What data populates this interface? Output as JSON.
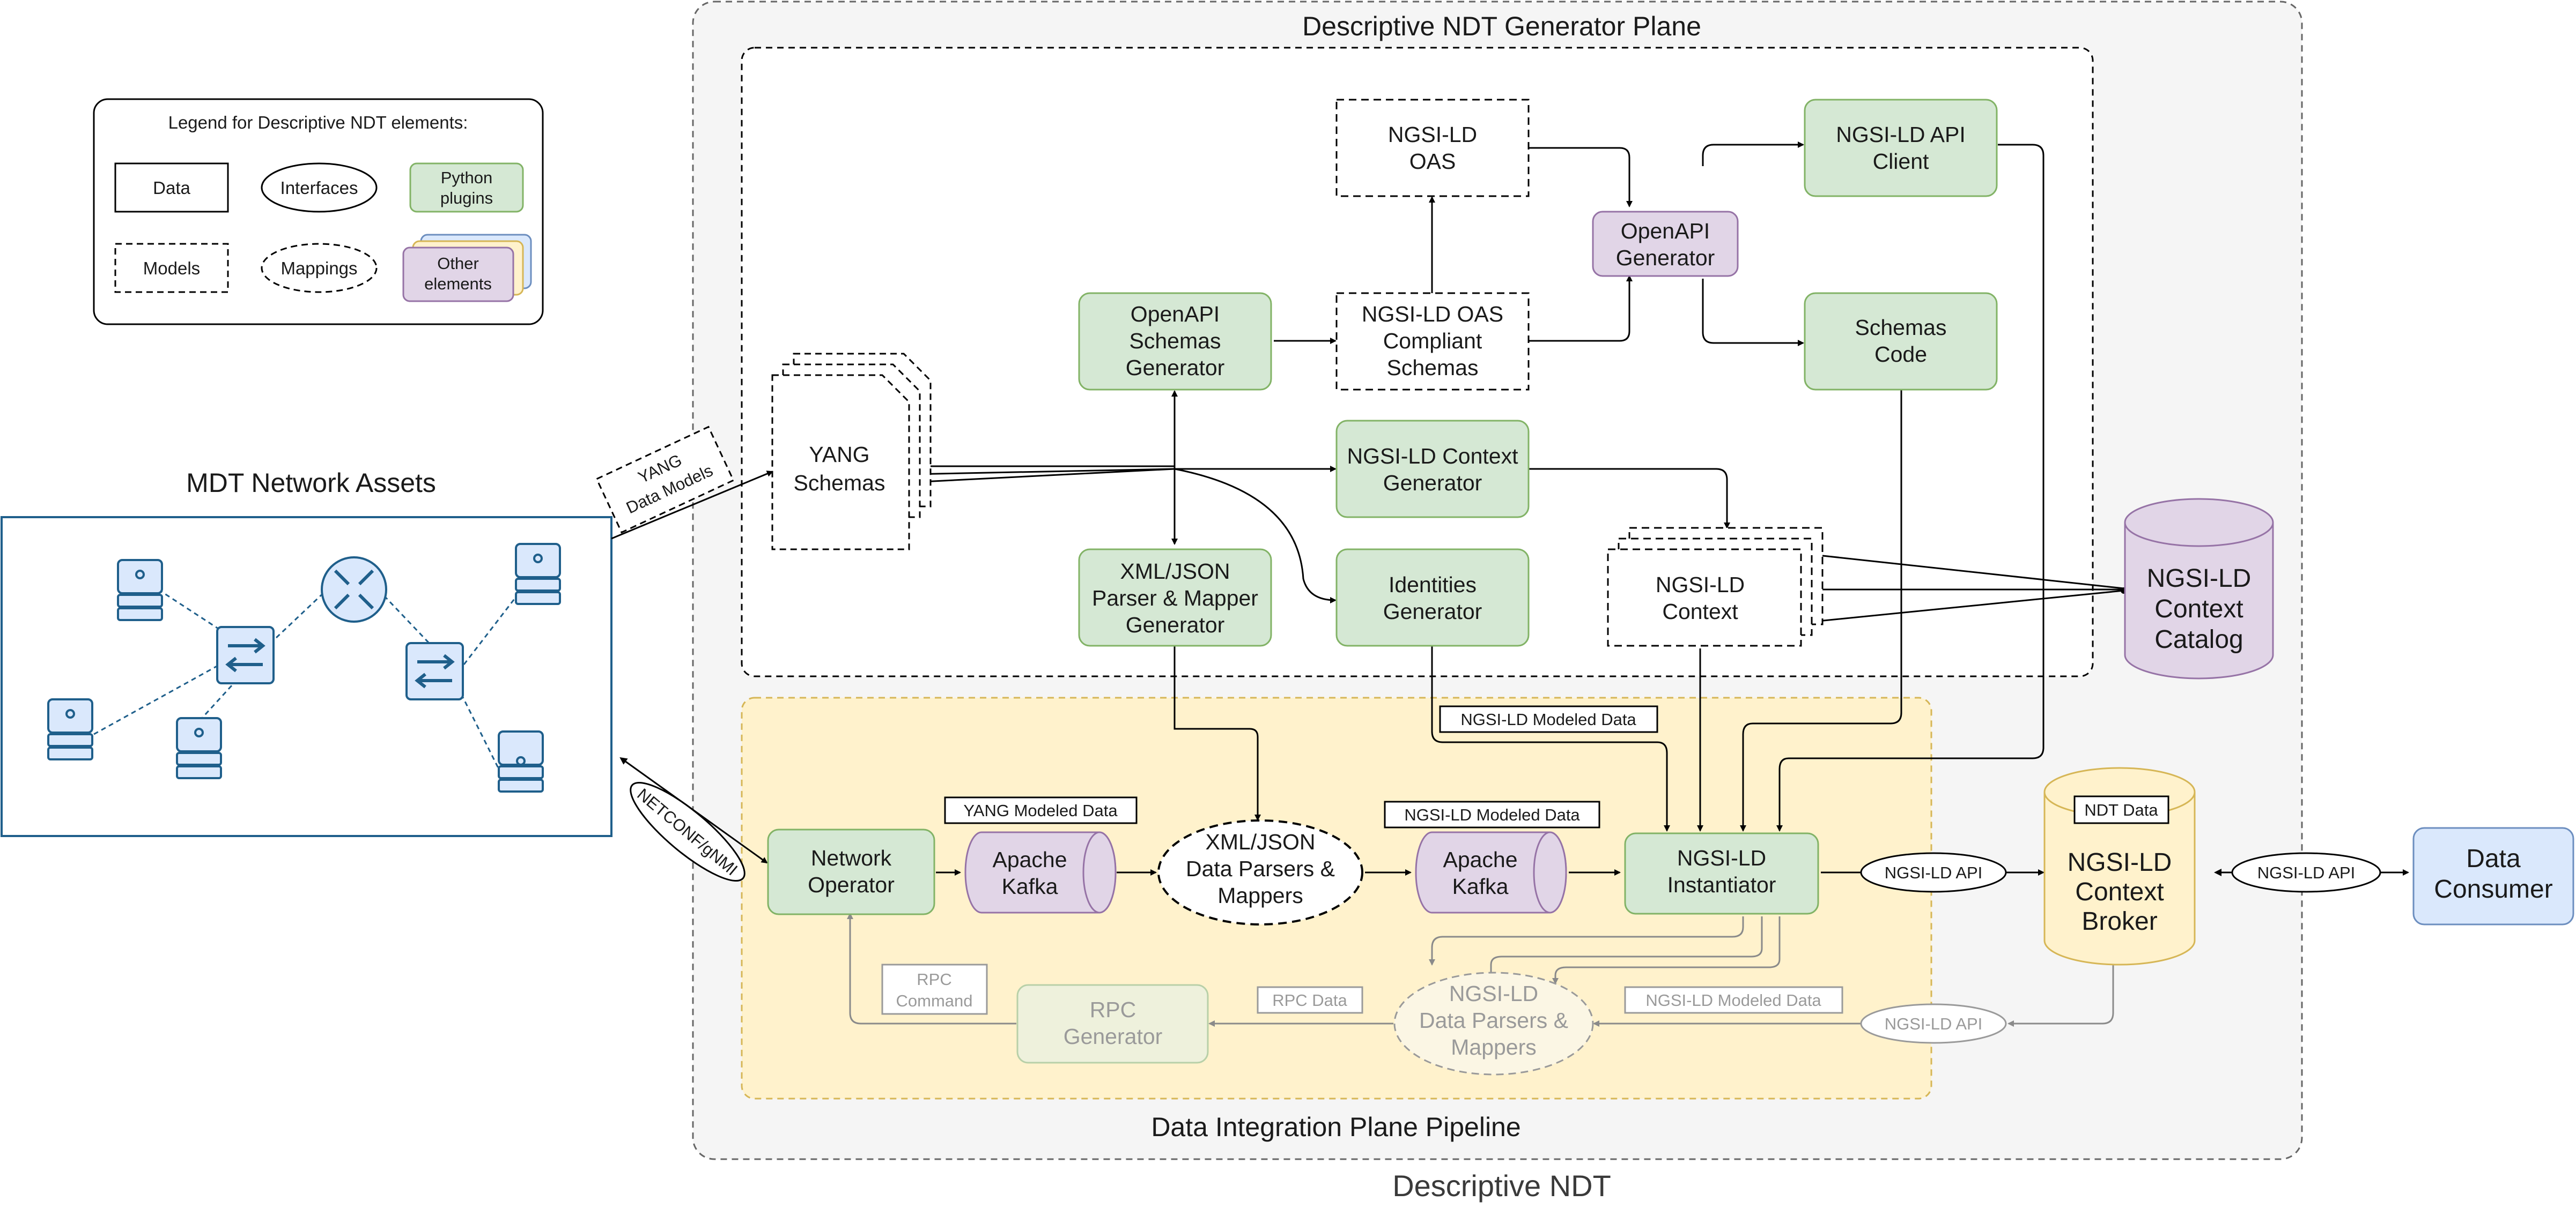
{
  "titles": {
    "generator_plane": "Descriptive NDT Generator Plane",
    "integration_plane": "Data Integration Plane Pipeline",
    "descriptive_ndt": "Descriptive NDT",
    "mdt_assets": "MDT Network Assets"
  },
  "legend": {
    "title": "Legend for Descriptive NDT elements:",
    "data": "Data",
    "interfaces": "Interfaces",
    "python_plugins": [
      "Python",
      "plugins"
    ],
    "models": "Models",
    "mappings": "Mappings",
    "other_elements": [
      "Other",
      "elements"
    ]
  },
  "nodes": {
    "yang_schemas": [
      "YANG",
      "Schemas"
    ],
    "openapi_schemas_generator": [
      "OpenAPI",
      "Schemas",
      "Generator"
    ],
    "ngsild_oas": [
      "NGSI-LD",
      "OAS"
    ],
    "ngsild_oas_compliant": [
      "NGSI-LD OAS",
      "Compliant",
      "Schemas"
    ],
    "openapi_generator": [
      "OpenAPI",
      "Generator"
    ],
    "ngsild_api_client": [
      "NGSI-LD API",
      "Client"
    ],
    "schemas_code": [
      "Schemas",
      "Code"
    ],
    "ngsild_context_generator": [
      "NGSI-LD Context",
      "Generator"
    ],
    "xml_json_parser_mapper_generator": [
      "XML/JSON",
      "Parser & Mapper",
      "Generator"
    ],
    "identities_generator": [
      "Identities",
      "Generator"
    ],
    "ngsild_context": [
      "NGSI-LD",
      "Context"
    ],
    "ngsild_context_catalog": [
      "NGSI-LD",
      "Context",
      "Catalog"
    ],
    "network_operator": [
      "Network",
      "Operator"
    ],
    "apache_kafka_1": [
      "Apache",
      "Kafka"
    ],
    "xml_json_parsers_mappers": [
      "XML/JSON",
      "Data Parsers &",
      "Mappers"
    ],
    "apache_kafka_2": [
      "Apache",
      "Kafka"
    ],
    "ngsild_instantiator": [
      "NGSI-LD",
      "Instantiator"
    ],
    "ngsild_context_broker": [
      "NGSI-LD",
      "Context",
      "Broker"
    ],
    "data_consumer": [
      "Data",
      "Consumer"
    ],
    "rpc_generator": [
      "RPC",
      "Generator"
    ],
    "ngsild_data_parsers_mappers": [
      "NGSI-LD",
      "Data Parsers &",
      "Mappers"
    ]
  },
  "edge_labels": {
    "yang_data_models": [
      "YANG",
      "Data Models"
    ],
    "netconf_gnmi": "NETCONF/gNMI",
    "ngsild_modeled_data_top": "NGSI-LD Modeled Data",
    "yang_modeled_data": "YANG Modeled Data",
    "ngsild_modeled_data_mid": "NGSI-LD Modeled Data",
    "ngsild_api_1": "NGSI-LD API",
    "ndt_data": "NDT Data",
    "ngsild_api_2": "NGSI-LD API",
    "rpc_command": [
      "RPC",
      "Command"
    ],
    "rpc_data": "RPC Data",
    "ngsild_modeled_data_bottom": "NGSI-LD Modeled Data",
    "ngsild_api_3": "NGSI-LD API"
  },
  "colors": {
    "green_fill": "#d5e8d4",
    "green_stroke": "#82b366",
    "purple_fill": "#e1d5e7",
    "purple_stroke": "#9673a6",
    "yellow_fill": "#fff2cc",
    "yellow_stroke": "#d6b656",
    "blue_fill": "#dae8fc",
    "blue_stroke": "#6c8ebf",
    "ndt_bg": "#f5f5f5",
    "asset_blue": "#1f5f8b"
  }
}
